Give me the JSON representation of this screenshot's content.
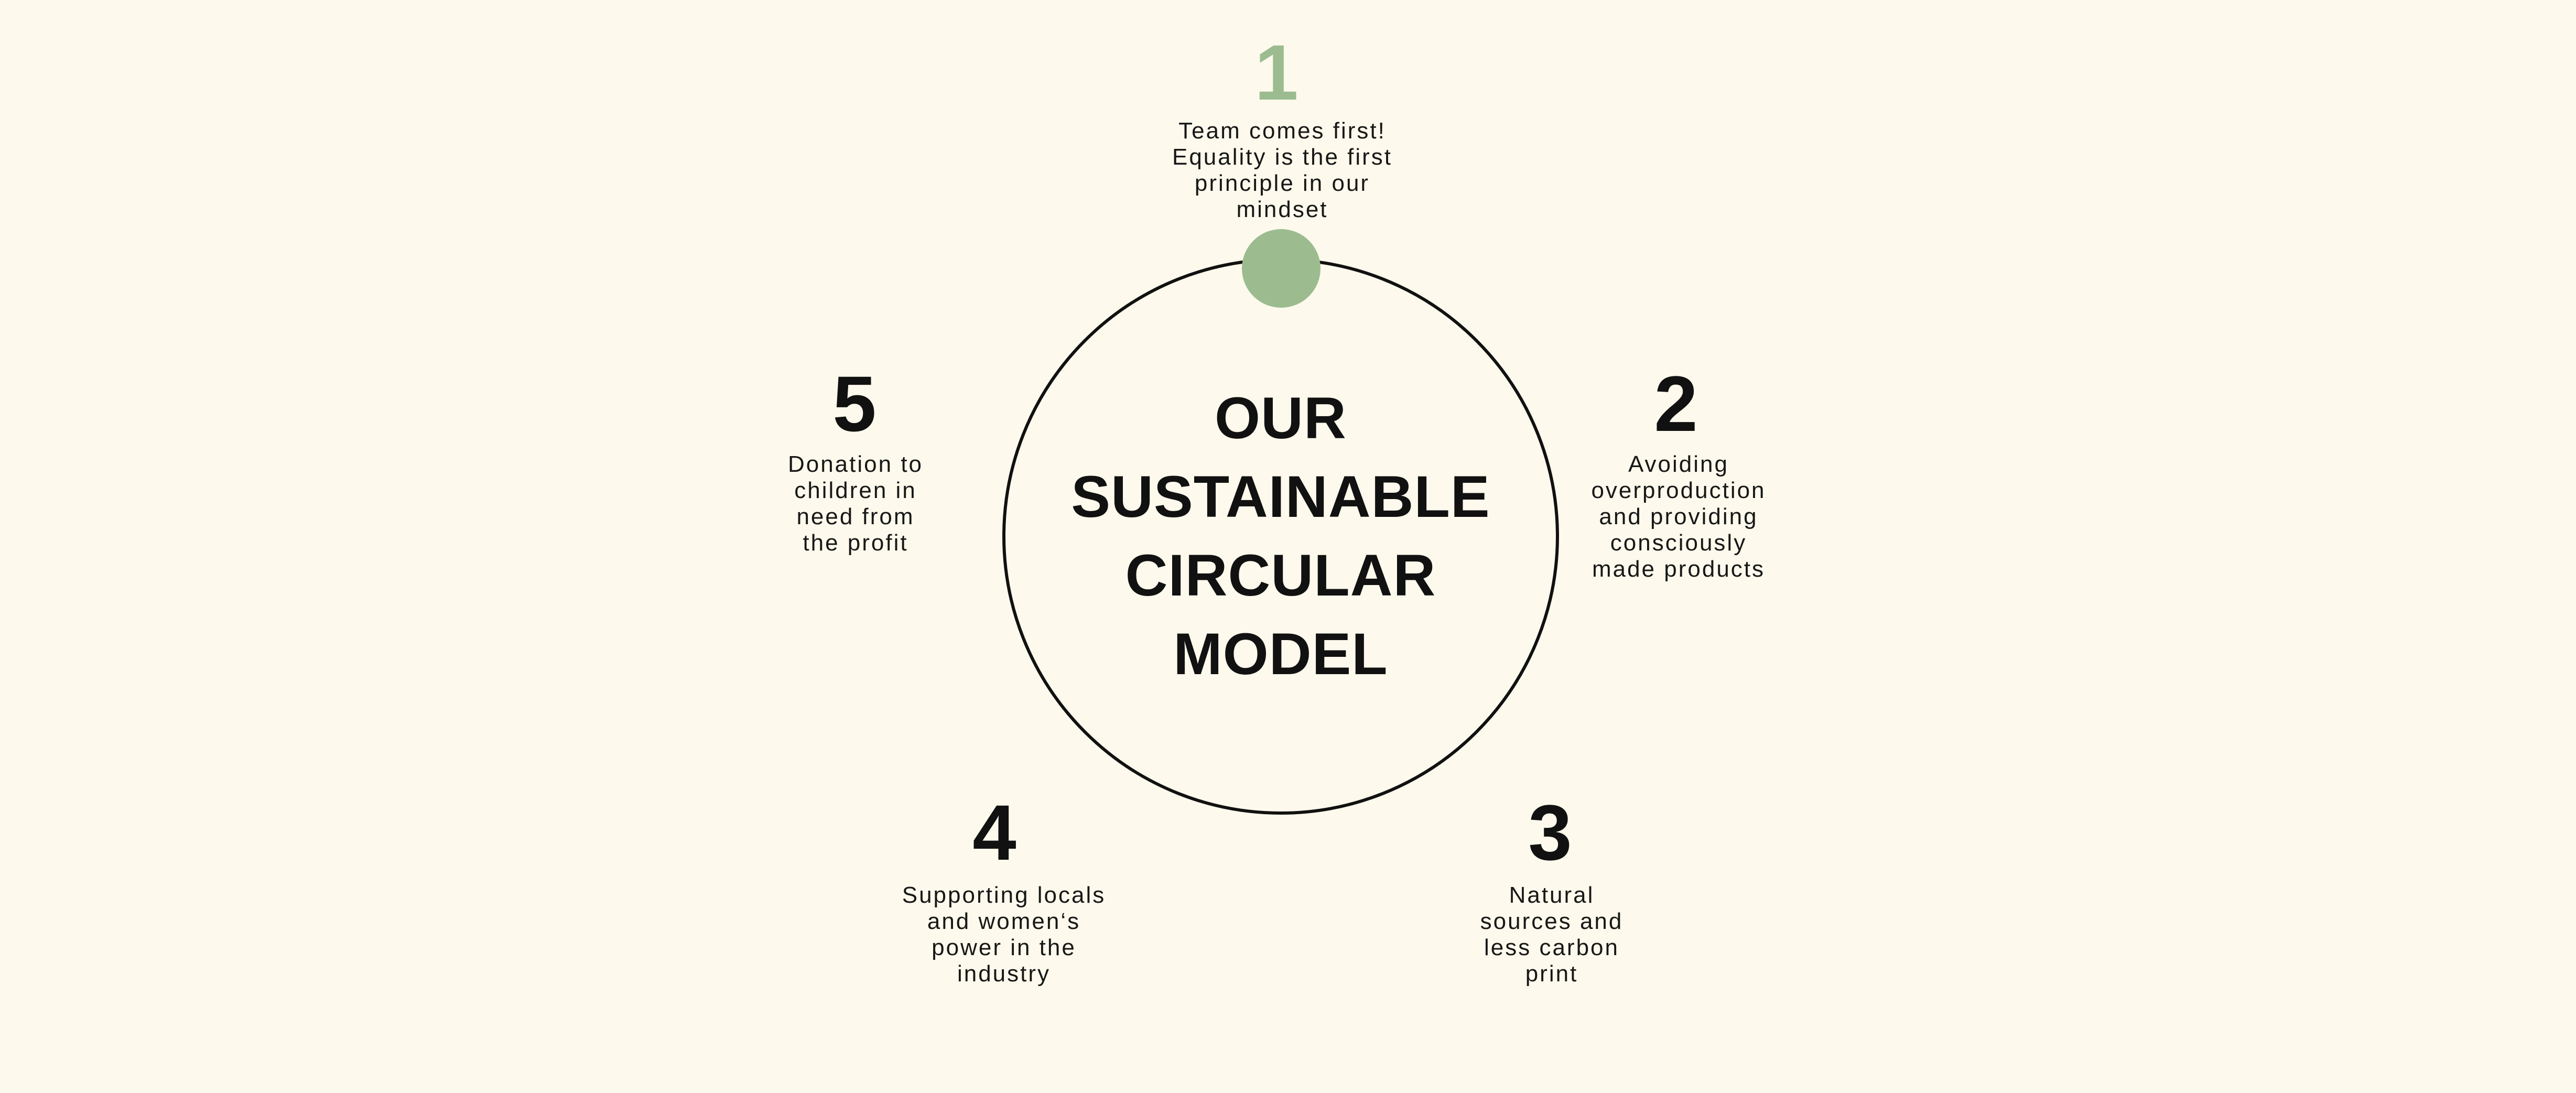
{
  "colors": {
    "background": "#FDF9EC",
    "accent_green": "#9CBC90",
    "ink": "#111111"
  },
  "center_circle": {
    "title": "OUR\nSUSTAINABLE\nCIRCULAR\nMODEL"
  },
  "steps": [
    {
      "number": "1",
      "text": "Team comes first!\nEquality is the first\nprinciple in our\nmindset"
    },
    {
      "number": "2",
      "text": "Avoiding\noverproduction\nand providing\nconsciously\nmade products"
    },
    {
      "number": "3",
      "text": "Natural\nsources and\nless carbon\nprint"
    },
    {
      "number": "4",
      "text": "Supporting locals\nand women‘s\npower in the\nindustry"
    },
    {
      "number": "5",
      "text": "Donation to\nchildren in\nneed from\nthe profit"
    }
  ]
}
